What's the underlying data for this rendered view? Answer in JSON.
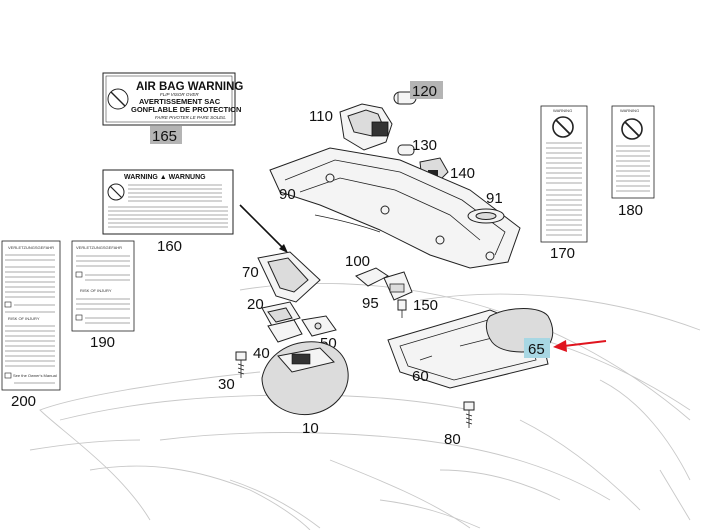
{
  "labels": {
    "l10": "10",
    "l20": "20",
    "l30": "30",
    "l40": "40",
    "l50": "50",
    "l60": "60",
    "l65": "65",
    "l70": "70",
    "l80": "80",
    "l90": "90",
    "l91": "91",
    "l95": "95",
    "l100": "100",
    "l110": "110",
    "l120": "120",
    "l130": "130",
    "l140": "140",
    "l150": "150",
    "l160": "160",
    "l165": "165",
    "l170": "170",
    "l180": "180",
    "l190": "190",
    "l200": "200"
  },
  "label_165": {
    "title": "AIR BAG WARNING",
    "sub1": "FLIP VISOR OVER",
    "fr1": "AVERTISSEMENT SAC",
    "fr2": "GONFLABLE DE PROTECTION",
    "fr3": "FAIRE PIVOTER LE PARE SOLEIL"
  },
  "label_160": {
    "title": "WARNING ▲ WARNUNG"
  },
  "label_200": {
    "head": "VERLETZUNGSGEFAHR",
    "risk": "RISK OF INJURY",
    "see": "See the Owner's Manual"
  },
  "label_190": {
    "head": "VERLETZUNGSGEFAHR",
    "risk": "RISK OF INJURY"
  },
  "label_170": {
    "head": "WARNING"
  },
  "label_180": {
    "head": "WARNING"
  },
  "colors": {
    "highlight": "#a8d7e3",
    "gray_badge": "#b4b4b4",
    "arrow_red": "#e0141e"
  }
}
